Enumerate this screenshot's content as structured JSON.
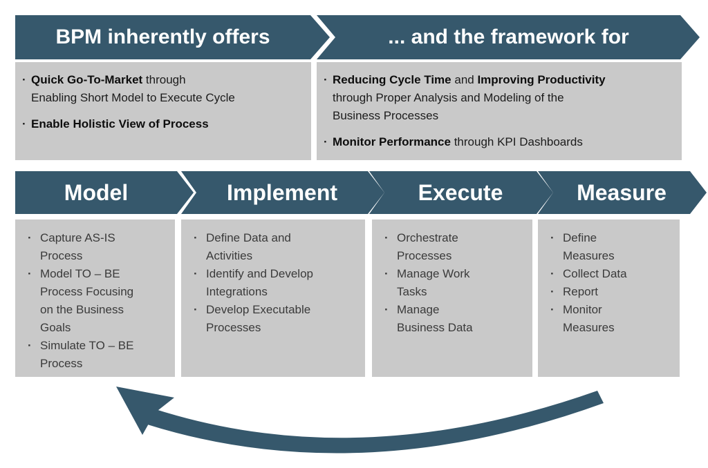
{
  "colors": {
    "chevron": "#36586C",
    "panel": "#C9C9C9",
    "arrow": "#36586C",
    "header_text": "#FFFFFF"
  },
  "bullet_glyph": "·",
  "top_sections": [
    {
      "title": "BPM inherently offers",
      "bullets": [
        {
          "segments": [
            {
              "text": "Quick Go-To-Market",
              "bold": true
            },
            {
              "text": " through",
              "bold": false
            },
            {
              "br": true
            },
            {
              "text": "Enabling Short Model to Execute Cycle",
              "bold": false
            }
          ]
        },
        {
          "segments": [
            {
              "text": "Enable Holistic View of Process",
              "bold": true
            }
          ]
        }
      ]
    },
    {
      "title": "... and the framework for",
      "bullets": [
        {
          "segments": [
            {
              "text": "Reducing Cycle Time",
              "bold": true
            },
            {
              "text": " and ",
              "bold": false
            },
            {
              "text": "Improving Productivity",
              "bold": true
            },
            {
              "br": true
            },
            {
              "text": "through Proper Analysis and Modeling of the",
              "bold": false
            },
            {
              "br": true
            },
            {
              "text": "Business Processes",
              "bold": false
            }
          ]
        },
        {
          "segments": [
            {
              "text": "Monitor Performance",
              "bold": true
            },
            {
              "text": " through KPI Dashboards",
              "bold": false
            }
          ]
        }
      ]
    }
  ],
  "process_steps": [
    {
      "title": "Model",
      "bullets": [
        "Capture AS-IS\nProcess",
        "Model TO – BE\nProcess Focusing\non the Business\nGoals",
        "Simulate TO – BE\nProcess"
      ]
    },
    {
      "title": "Implement",
      "bullets": [
        "Define Data and\nActivities",
        "Identify and Develop\nIntegrations",
        "Develop Executable\nProcesses"
      ]
    },
    {
      "title": "Execute",
      "bullets": [
        "Orchestrate\nProcesses",
        "Manage Work\nTasks",
        "Manage\nBusiness Data"
      ]
    },
    {
      "title": "Measure",
      "bullets": [
        "Define\nMeasures",
        "Collect Data",
        "Report",
        "Monitor\nMeasures"
      ]
    }
  ]
}
